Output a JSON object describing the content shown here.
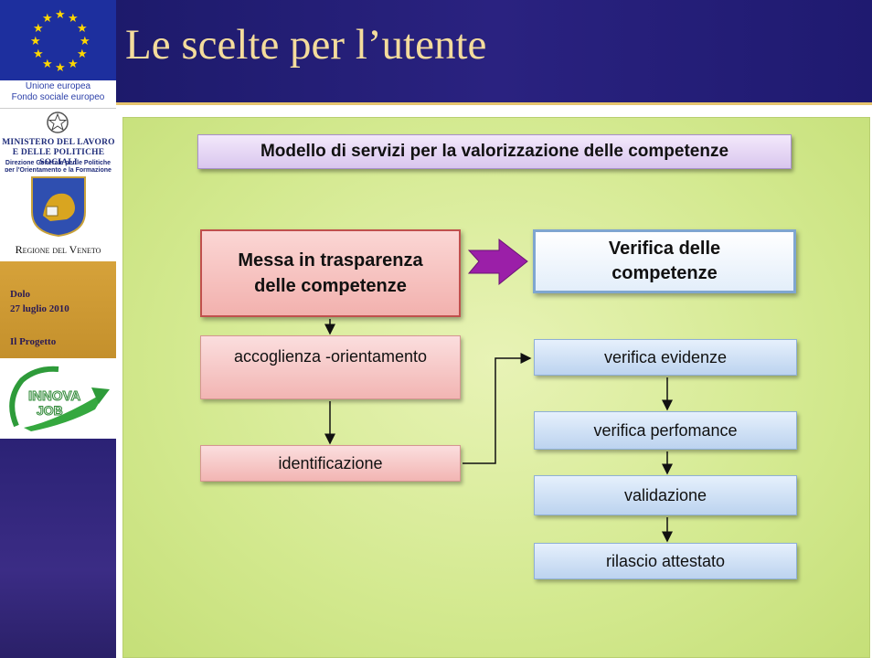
{
  "sidebar": {
    "eu_line1": "Unione europea",
    "eu_line2": "Fondo sociale europeo",
    "ministry_line1": "Ministero del Lavoro",
    "ministry_line2": "e delle Politiche Sociali",
    "ministry_sub1": "Direzione Generale per le Politiche",
    "ministry_sub2": "per l'Orientamento e la Formazione",
    "region": "Regione del Veneto",
    "place": "Dolo",
    "date": "27 luglio 2010",
    "section": "Il Progetto",
    "logo_text": "INNOVA JOB"
  },
  "header": {
    "title": "Le scelte per l’utente"
  },
  "diagram": {
    "title": "Modello di servizi per la valorizzazione delle competenze",
    "left_main_line1": "Messa in trasparenza",
    "left_main_line2": "delle competenze",
    "right_main_line1": "Verifica delle",
    "right_main_line2": "competenze",
    "left_steps": [
      "accoglienza -orientamento",
      "identificazione"
    ],
    "right_steps": [
      "verifica evidenze",
      "verifica perfomance",
      "validazione",
      "rilascio attestato"
    ]
  },
  "colors": {
    "header_bg": "#1d1a6b",
    "title_text": "#f4dc9c",
    "panel_bg": "#d3e98f",
    "arrow": "#9b1fa8"
  }
}
